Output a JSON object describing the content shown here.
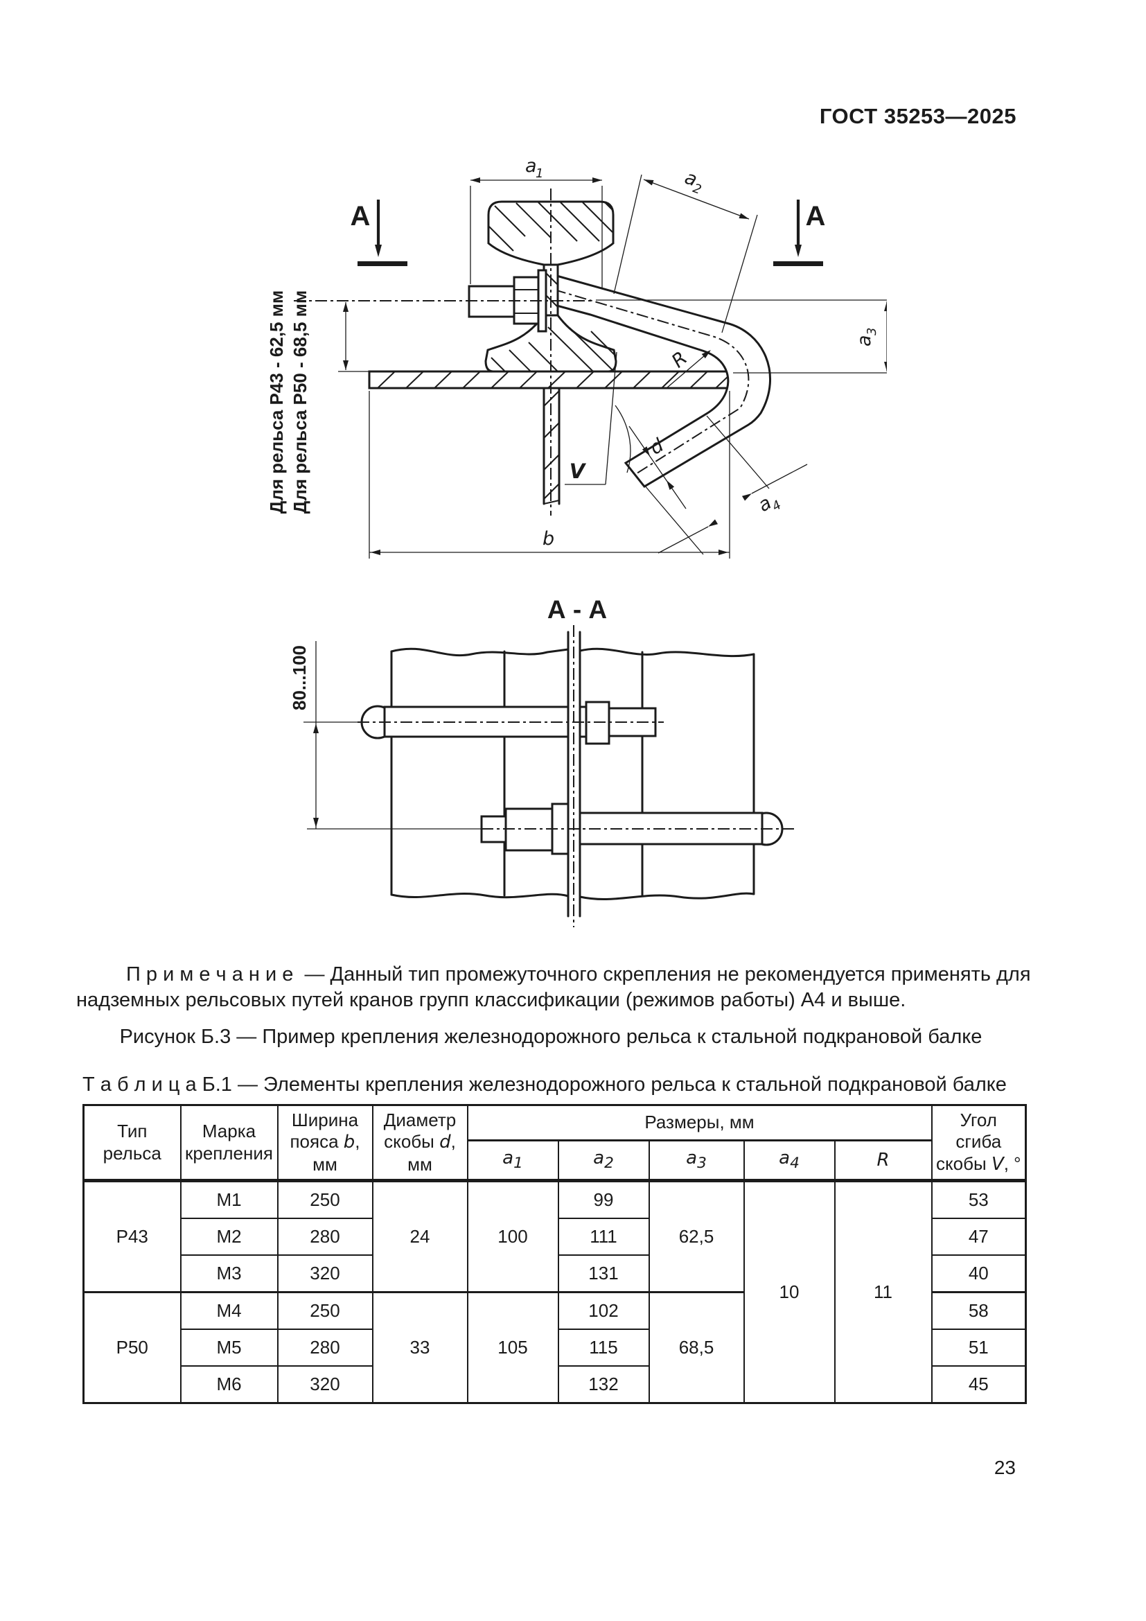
{
  "page": {
    "header": "ГОСТ 35253—2025",
    "number": "23"
  },
  "drawing1": {
    "section_letter": "А",
    "note_p43": "Для рельса Р43 - 62,5 мм",
    "note_p50": "Для рельса Р50 - 68,5 мм",
    "labels": {
      "a": "a",
      "s1": "1",
      "s2": "2",
      "s3": "3",
      "s4": "4",
      "b": "b",
      "d": "d",
      "r": "R",
      "v": "V"
    }
  },
  "drawing2": {
    "title": "А - А",
    "dim": "80...100"
  },
  "note": {
    "label": "П р и м е ч а н и е",
    "text": "—  Данный тип промежуточного скрепления не рекомендуется применять для надземных рельсовых путей кранов групп классификации (режимов работы) А4 и выше."
  },
  "caption": "Рисунок Б.3 — Пример крепления железнодорожного рельса к стальной подкрановой балке",
  "table": {
    "title_label": "Т а б л и ц а   Б.1",
    "title_text": " — Элементы крепления железнодорожного рельса к стальной подкрановой балке",
    "head": {
      "rail": "Тип рельса",
      "mark": "Марка крепления",
      "width_pre": "Ширина пояса ",
      "width_it": "b",
      "width_post": ", мм",
      "dia_pre": "Диаметр скобы ",
      "dia_it": "d",
      "dia_post": ", мм",
      "sizes": "Размеры, мм",
      "a": "a",
      "s1": "1",
      "s2": "2",
      "s3": "3",
      "s4": "4",
      "r": "R",
      "angle_pre": "Угол сгиба скобы ",
      "angle_it": "V",
      "angle_post": ", °"
    },
    "rows": [
      {
        "rail": "Р43",
        "mark": "М1",
        "width": "250",
        "dia": "24",
        "a1": "100",
        "a2": "99",
        "a3": "62,5",
        "a4": "10",
        "r": "11",
        "v": "53"
      },
      {
        "mark": "М2",
        "width": "280",
        "a2": "111",
        "v": "47"
      },
      {
        "mark": "М3",
        "width": "320",
        "a2": "131",
        "v": "40"
      },
      {
        "rail": "Р50",
        "mark": "М4",
        "width": "250",
        "dia": "33",
        "a1": "105",
        "a2": "102",
        "a3": "68,5",
        "v": "58"
      },
      {
        "mark": "М5",
        "width": "280",
        "a2": "115",
        "v": "51"
      },
      {
        "mark": "М6",
        "width": "320",
        "a2": "132",
        "v": "45"
      }
    ]
  }
}
